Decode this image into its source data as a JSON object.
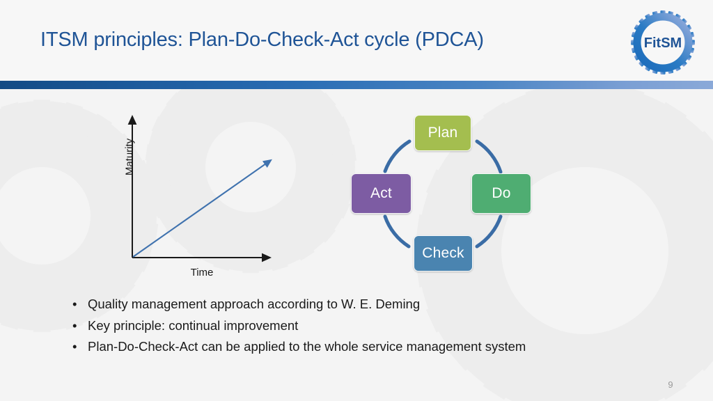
{
  "slide": {
    "title": "ITSM principles: Plan-Do-Check-Act cycle (PDCA)",
    "number": "9",
    "accent_color": "#1f5496",
    "background_color": "#f4f4f4",
    "bar_gradient_from": "#134a84",
    "bar_gradient_to": "#8aa9d8"
  },
  "logo": {
    "text": "FitSM",
    "shape": "gear-ring",
    "color_dark": "#1f6cb4",
    "color_light": "#8aa9d8",
    "text_color": "#1f5496"
  },
  "chart_data": {
    "type": "line",
    "title": "",
    "xlabel": "Time",
    "ylabel": "Maturity",
    "grid": false,
    "legend": null,
    "axis_arrows": true,
    "xlim": [
      0,
      1
    ],
    "ylim": [
      0,
      1
    ],
    "x_tick_labels": [],
    "y_tick_labels": [],
    "series": [
      {
        "name": "Maturity over time",
        "color": "#3f72ae",
        "arrow_head": true,
        "x": [
          0,
          1
        ],
        "values": [
          0,
          0.7
        ]
      }
    ],
    "annotations": []
  },
  "pdca": {
    "nodes": [
      {
        "id": "plan",
        "label": "Plan",
        "color": "#a4be4f"
      },
      {
        "id": "do",
        "label": "Do",
        "color": "#4fad72"
      },
      {
        "id": "check",
        "label": "Check",
        "color": "#4a84b0"
      },
      {
        "id": "act",
        "label": "Act",
        "color": "#7d5ca3"
      }
    ],
    "arc_color": "#3a6ca5",
    "direction": "clockwise"
  },
  "bullets": [
    {
      "marker": "•",
      "text": "Quality management approach according to W. E. Deming"
    },
    {
      "marker": "•",
      "text": "Key principle: continual improvement"
    },
    {
      "marker": "•",
      "text": "Plan-Do-Check-Act can be applied to the whole service management system"
    }
  ]
}
